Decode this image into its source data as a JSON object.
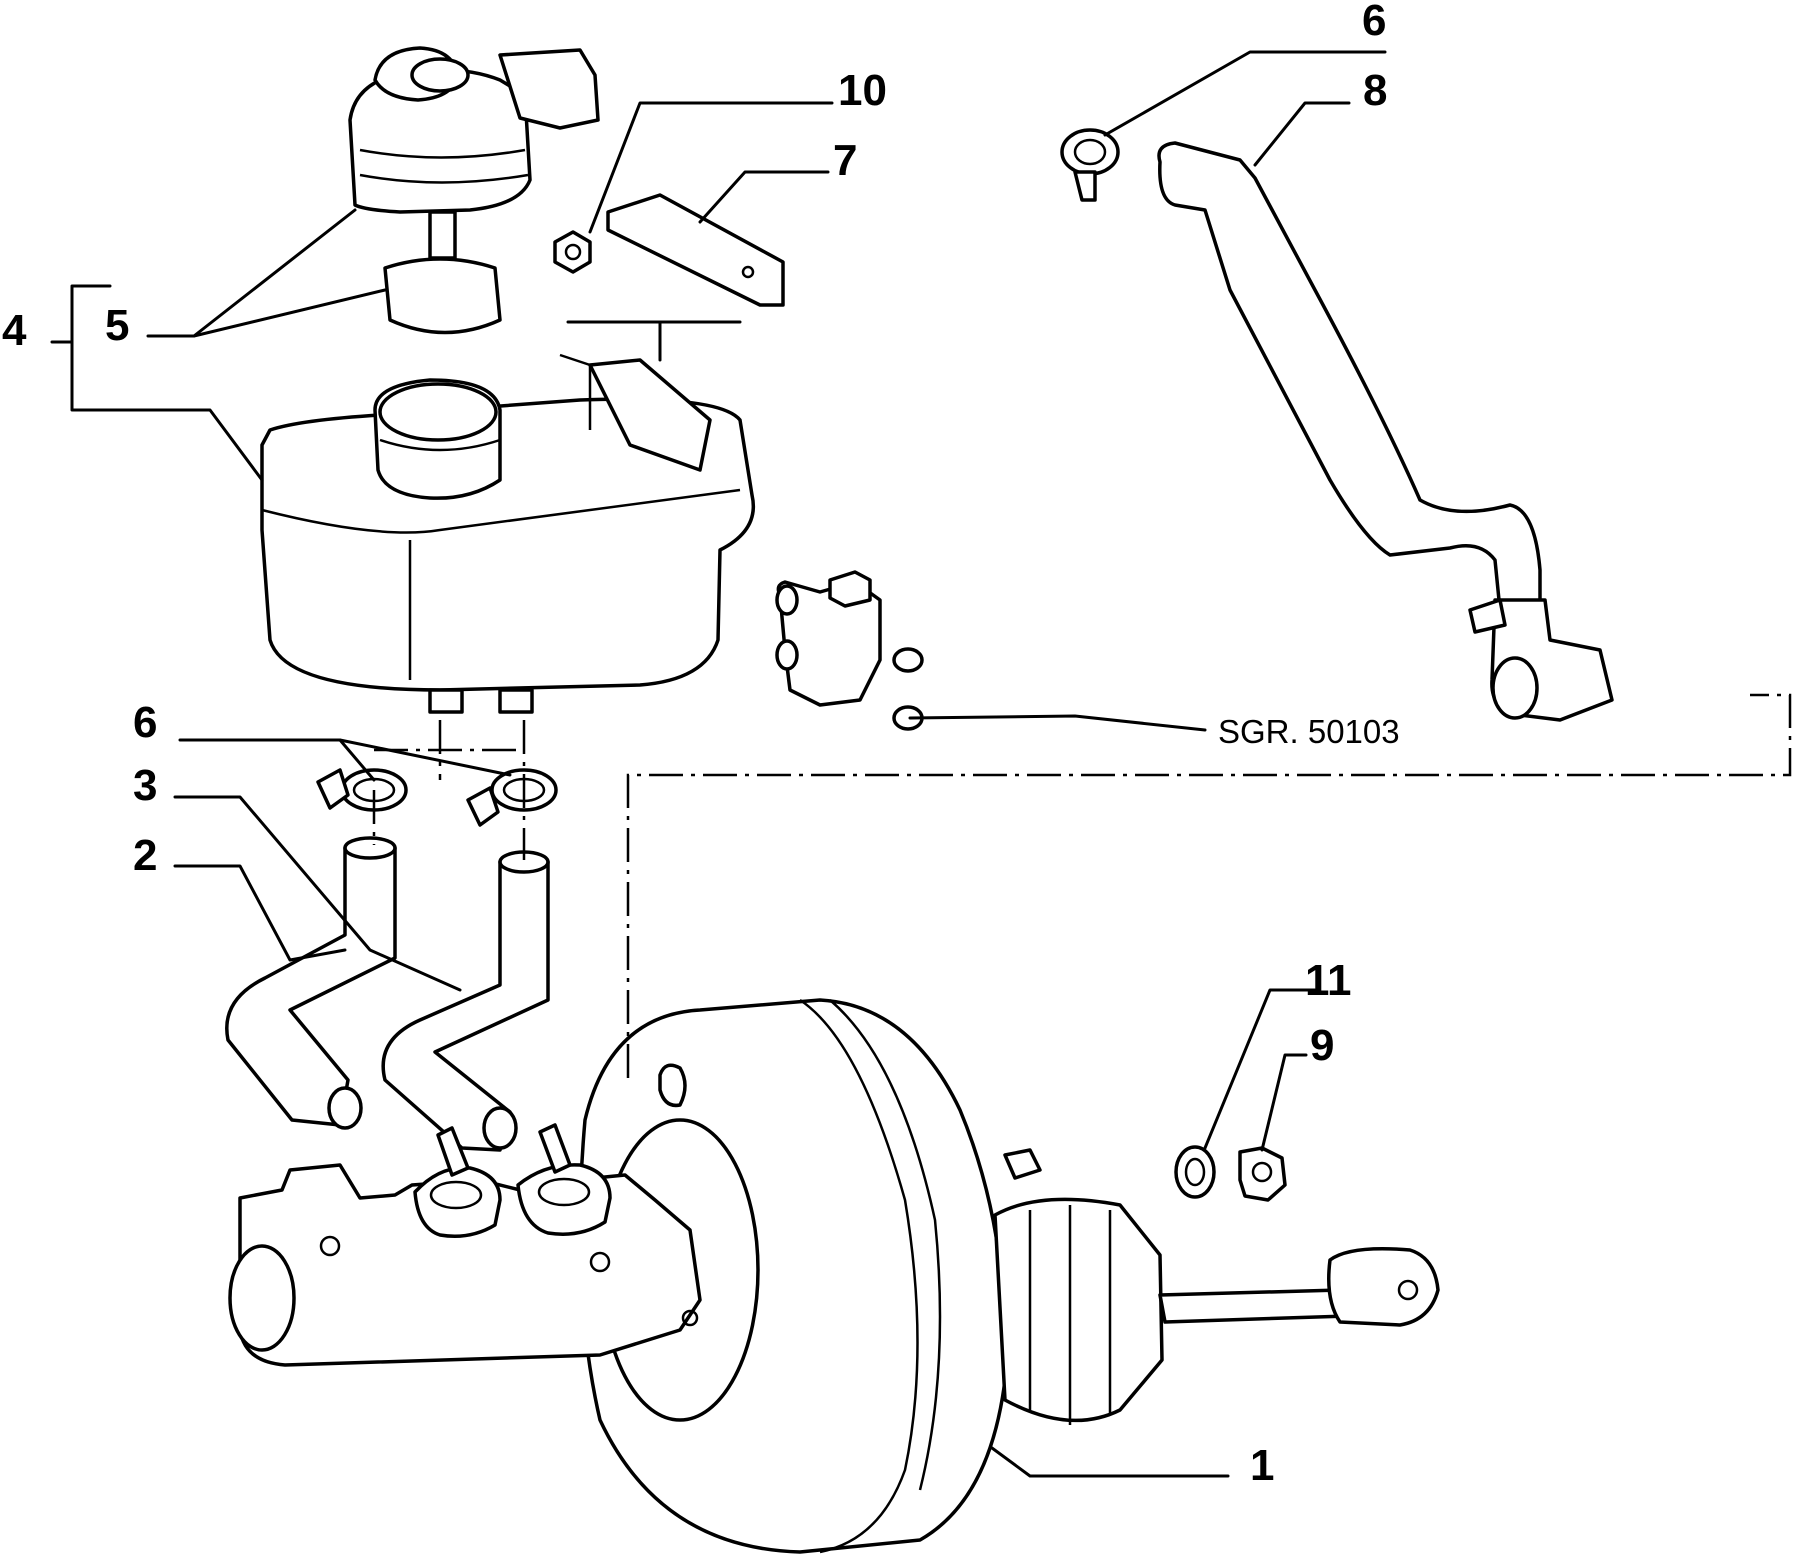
{
  "labels": {
    "l1": "1",
    "l2": "2",
    "l3": "3",
    "l4": "4",
    "l5": "5",
    "l6a": "6",
    "l6b": "6",
    "l7": "7",
    "l8": "8",
    "l9": "9",
    "l10": "10",
    "l11": "11"
  },
  "reference": "SGR. 50103"
}
